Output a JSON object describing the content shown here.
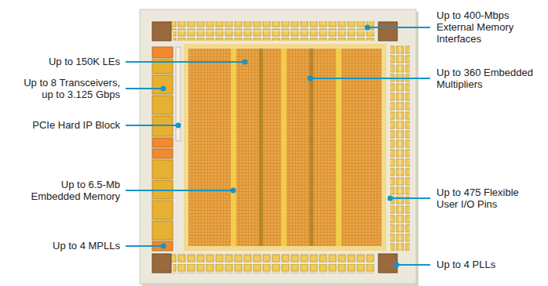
{
  "diagram": {
    "labels": [
      "Up to 400-Mbps External Memory Interfaces",
      "Up to 150K LEs",
      "Up to 360 Embedded Multipliers",
      "Up to 8 Transceivers, up to 3.125 Gbps",
      "PCIe Hard IP Block",
      "Up to 6.5-Mb Embedded Memory",
      "Up to 475 Flexible User I/O Pins",
      "Up to 4 MPLLs",
      "Up to 4 PLLs"
    ]
  }
}
